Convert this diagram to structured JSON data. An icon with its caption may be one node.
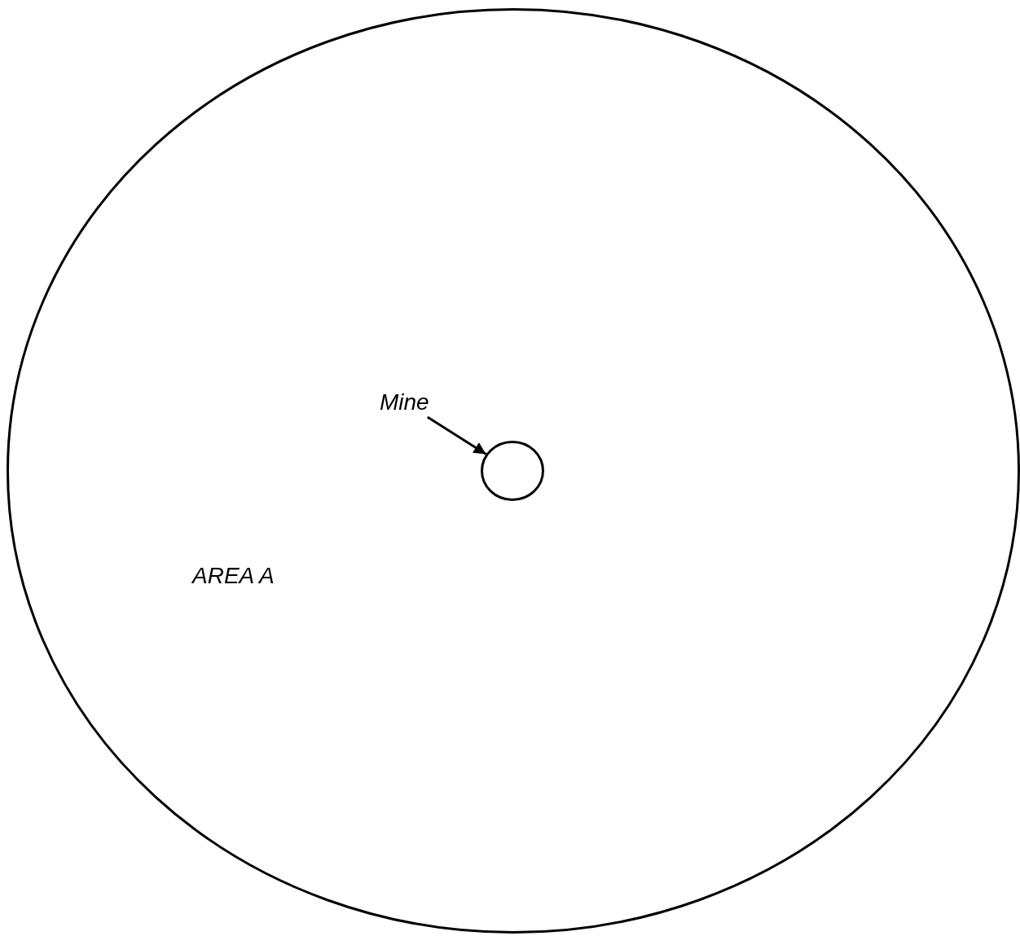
{
  "diagram": {
    "nodes": [
      {
        "text": [
          "AREA A"
        ]
      },
      {
        "text": [
          "Mine"
        ],
        "in": 0
      },
      {
        "text": [],
        "shape": "circle",
        "in": 0
      }
    ],
    "edges": [
      {
        "from": 1,
        "to": 2,
        "arrow": "to"
      }
    ]
  }
}
